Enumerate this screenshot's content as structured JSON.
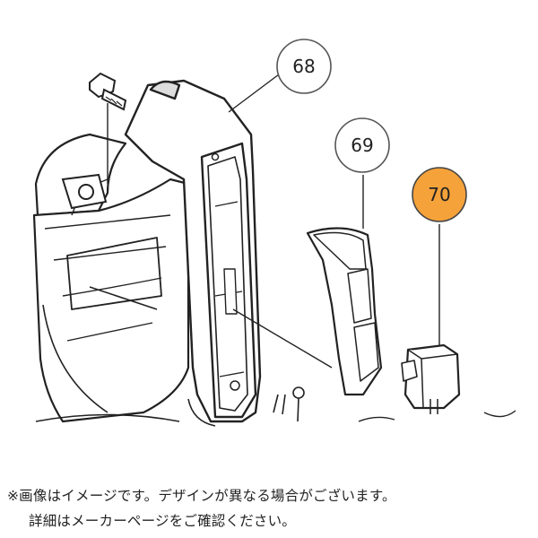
{
  "callouts": [
    {
      "label": "68",
      "highlight": false
    },
    {
      "label": "69",
      "highlight": false
    },
    {
      "label": "70",
      "highlight": true
    }
  ],
  "colors": {
    "highlight": "#f5a23a",
    "line": "#222222",
    "gray": "#8a8a8a"
  },
  "footer": {
    "line1": "※画像はイメージです。デザインが異なる場合がございます。",
    "line2": "詳細はメーカーページをご確認ください。"
  }
}
